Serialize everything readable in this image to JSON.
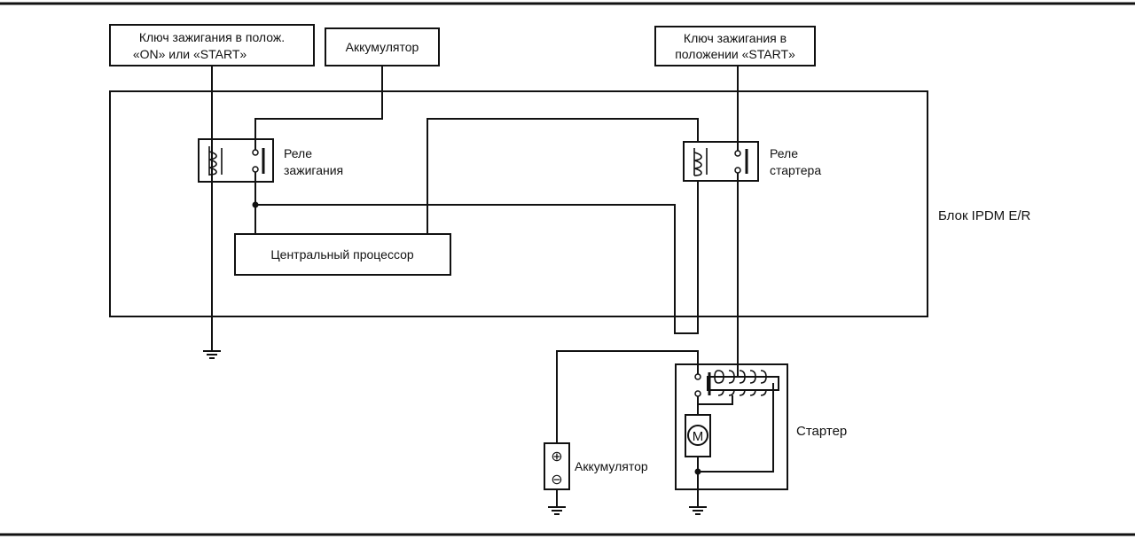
{
  "boxes": {
    "ign_key_on_start": {
      "line1": "Ключ зажигания в полож.",
      "line2": "«ON» или «START»"
    },
    "battery_top": "Аккумулятор",
    "ign_key_start": {
      "line1": "Ключ зажигания в",
      "line2": "положении «START»"
    },
    "cpu": "Центральный процессор"
  },
  "relays": {
    "ignition": {
      "line1": "Реле",
      "line2": "зажигания"
    },
    "starter": {
      "line1": "Реле",
      "line2": "стартера"
    }
  },
  "ipdm_label": "Блок IPDM E/R",
  "starter_label": "Стартер",
  "motor_symbol": "M",
  "battery_bottom": "Аккумулятор",
  "battery_terminals": {
    "plus": "⊕",
    "minus": "⊖"
  }
}
